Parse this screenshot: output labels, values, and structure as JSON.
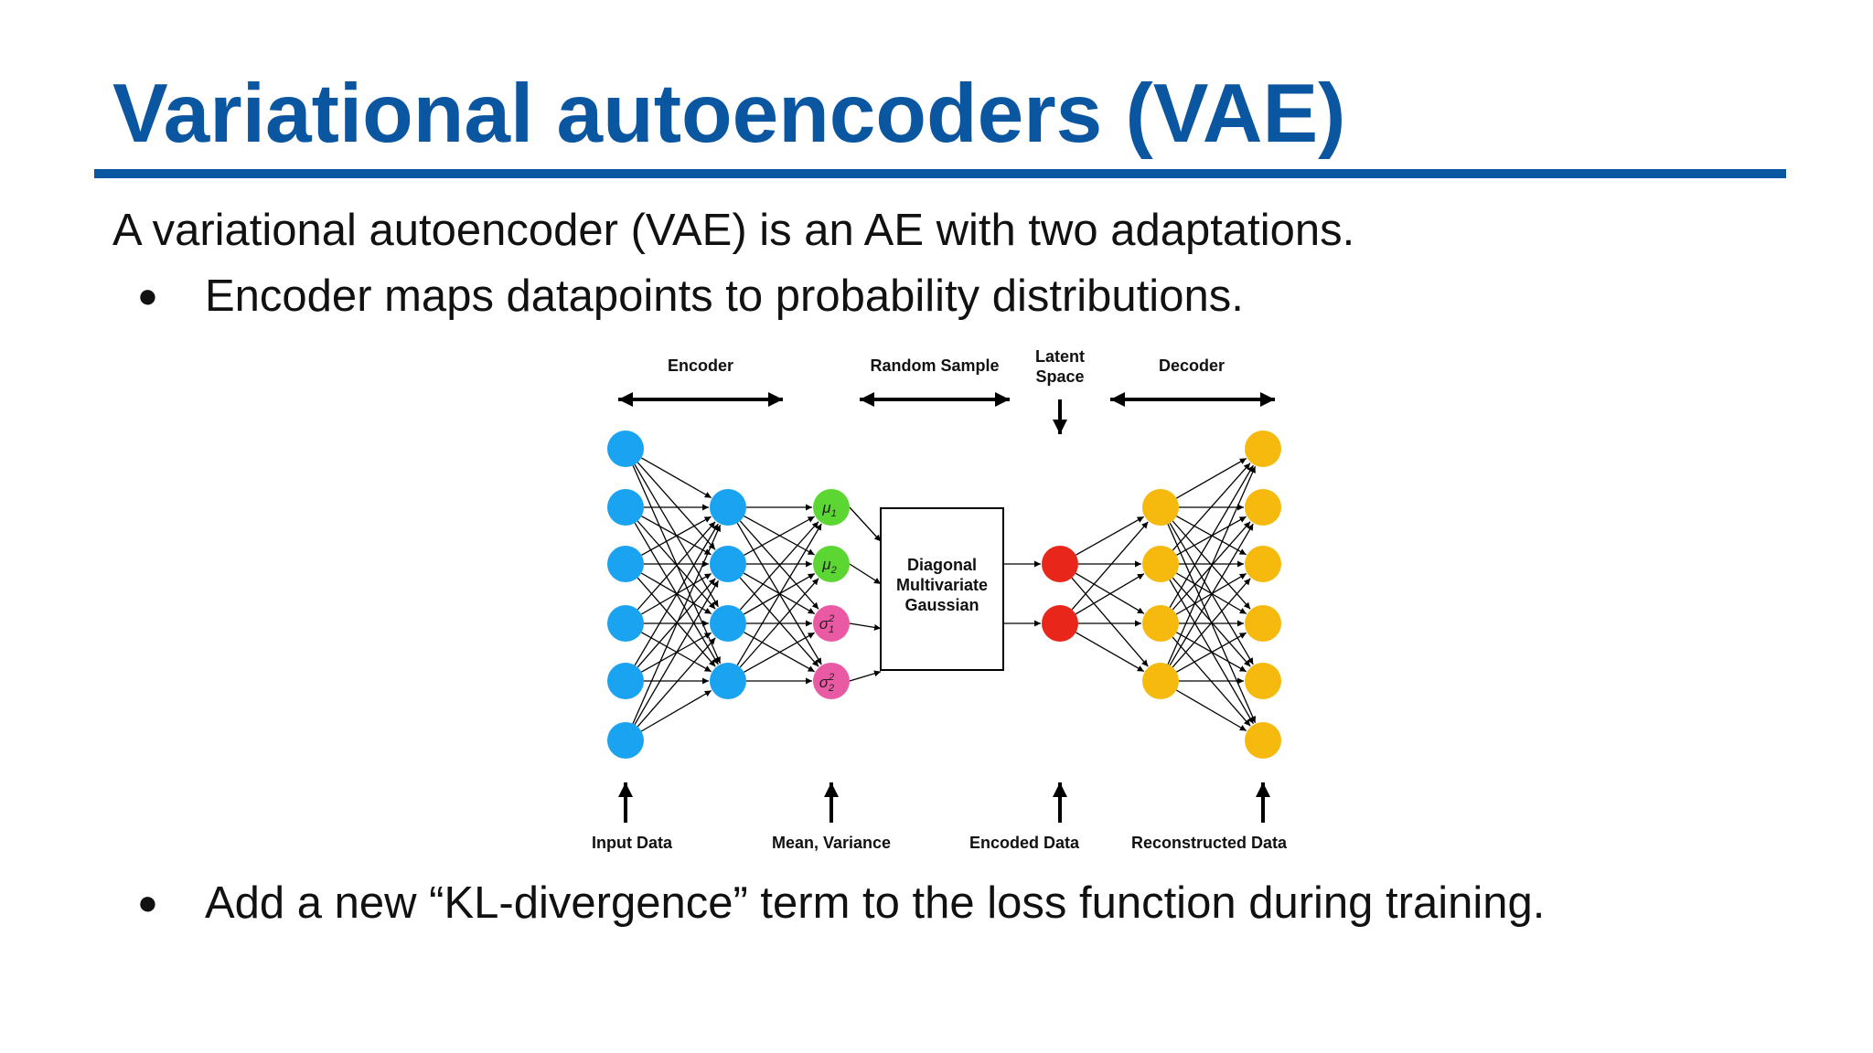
{
  "slide": {
    "title": "Variational autoencoders (VAE)",
    "intro": "A variational autoencoder (VAE) is an AE with two adaptations.",
    "bullets": [
      "Encoder maps datapoints to probability distributions.",
      "Add a new “KL-divergence” term to the loss function during training."
    ],
    "bullet_symbol": "●"
  },
  "colors": {
    "title": "#0b56a0",
    "input_nodes": "#1aa3f0",
    "mean_nodes": "#5bd633",
    "variance_nodes": "#ea5aa4",
    "encoded_nodes": "#e8261a",
    "decoder_nodes": "#f6b90e"
  },
  "diagram": {
    "top_labels": {
      "encoder": "Encoder",
      "random_sample": "Random Sample",
      "latent_space": [
        "Latent",
        "Space"
      ],
      "decoder": "Decoder"
    },
    "bottom_labels": {
      "input_data": "Input Data",
      "mean_variance": "Mean, Variance",
      "encoded_data": "Encoded Data",
      "reconstructed_data": "Reconstructed Data"
    },
    "gaussian_box": [
      "Diagonal",
      "Multivariate",
      "Gaussian"
    ],
    "parameter_nodes": [
      {
        "symbol": "μ",
        "sub": "1",
        "sup": ""
      },
      {
        "symbol": "μ",
        "sub": "2",
        "sup": ""
      },
      {
        "symbol": "σ",
        "sub": "1",
        "sup": "2"
      },
      {
        "symbol": "σ",
        "sub": "2",
        "sup": "2"
      }
    ]
  }
}
